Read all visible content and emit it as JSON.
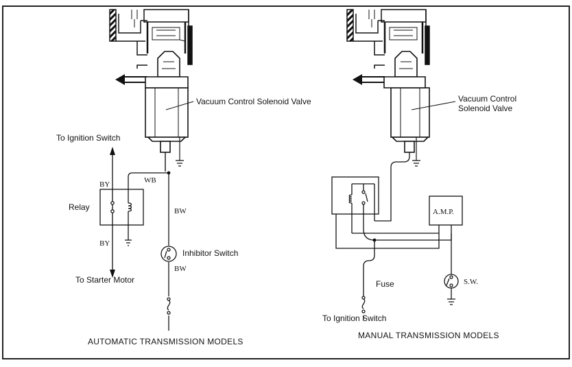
{
  "left_panel": {
    "caption": "AUTOMATIC TRANSMISSION MODELS",
    "valve_label": "Vacuum Control Solenoid Valve",
    "to_ignition": "To Ignition Switch",
    "to_starter": "To Starter Motor",
    "relay_label": "Relay",
    "inhibitor_label": "Inhibitor Switch",
    "wire_by_top": "BY",
    "wire_by_bottom": "BY",
    "wire_wb": "WB",
    "wire_bw_top": "BW",
    "wire_bw_bottom": "BW"
  },
  "right_panel": {
    "caption": "MANUAL TRANSMISSION MODELS",
    "valve_label_line1": "Vacuum Control",
    "valve_label_line2": "Solenoid Valve",
    "amp_label": "A.M.P.",
    "fuse_label": "Fuse",
    "sw_label": "S.W.",
    "to_ignition": "To Ignition Switch"
  }
}
